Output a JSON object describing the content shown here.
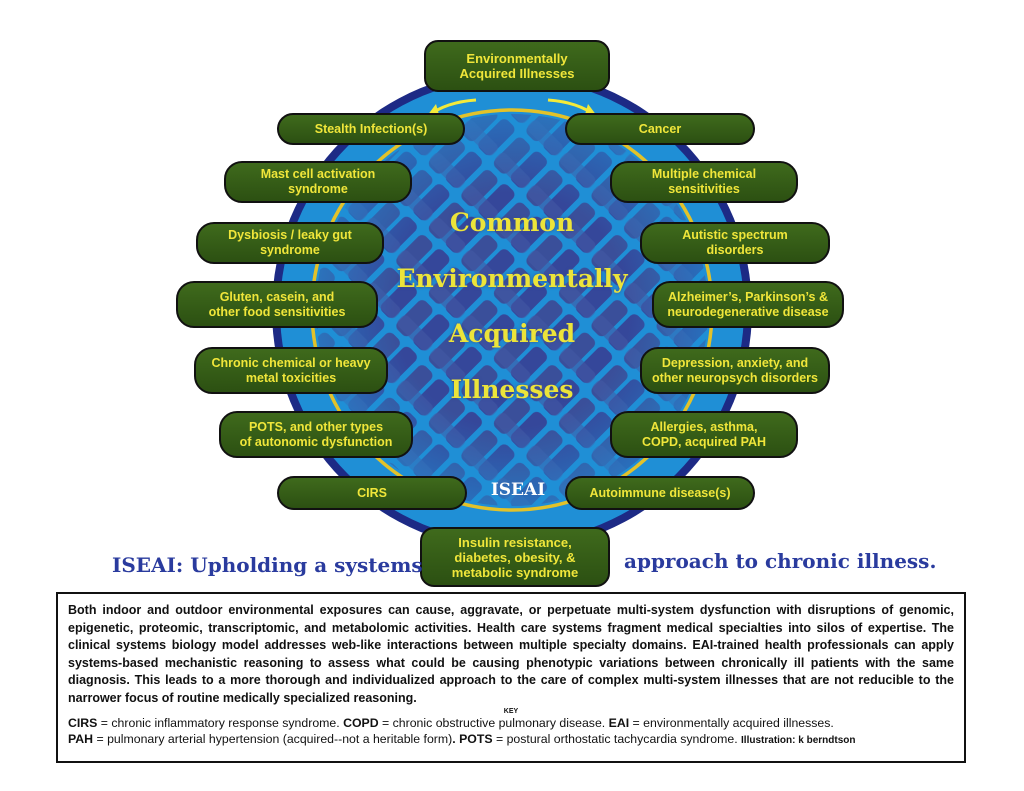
{
  "diagram": {
    "top_box": "Environmentally\nAcquired Illnesses",
    "left_items": [
      "Stealth Infection(s)",
      "Mast cell activation\nsyndrome",
      "Dysbiosis / leaky gut\nsyndrome",
      "Gluten, casein, and\nother food sensitivities",
      "Chronic chemical or heavy\nmetal toxicities",
      "POTS, and other types\nof autonomic dysfunction",
      "CIRS"
    ],
    "right_items": [
      "Cancer",
      "Multiple chemical\nsensitivities",
      "Autistic spectrum\ndisorders",
      "Alzheimer’s, Parkinson’s &\nneurodegenerative disease",
      "Depression, anxiety, and\nother neuropsych disorders",
      "Allergies, asthma,\nCOPD, acquired PAH",
      "Autoimmune disease(s)"
    ],
    "bottom_box": "Insulin resistance,\ndiabetes, obesity, &\nmetabolic syndrome",
    "center_lines": [
      "Common",
      "Environmentally",
      "Acquired",
      "Illnesses"
    ],
    "logo_text": "ISEAI",
    "colors": {
      "circle_fill": "#1f8fd6",
      "circle_ring": "#1d2a85",
      "inner_ring": "#e2c22a",
      "box_fill": "#2f5614",
      "box_text": "#f0e63a",
      "tagline": "#2a3b9e"
    }
  },
  "tagline": {
    "left": "ISEAI: Upholding a systems",
    "right": "approach to chronic illness."
  },
  "description": {
    "paragraph": "Both indoor and outdoor environmental exposures can cause, aggravate, or perpetuate multi-system dysfunction with disruptions of genomic, epigenetic, proteomic, transcriptomic, and metabolomic activities. Health care systems fragment medical specialties into silos of expertise. The clinical systems biology model addresses web-like interactions between multiple specialty domains. EAI-trained health professionals can apply systems-based mechanistic reasoning to assess what could be causing phenotypic variations between chronically ill patients with the same diagnosis. This leads to a more thorough and individualized approach to the care of complex multi-system illnesses that are not reducible to the narrower focus of routine medically specialized reasoning.",
    "key_label": "KEY",
    "key": {
      "cirs_abbr": "CIRS",
      "cirs_def": " = chronic inflammatory response syndrome.  ",
      "copd_abbr": "COPD",
      "copd_def": " = chronic obstructive pulmonary disease.  ",
      "eai_abbr": "EAI",
      "eai_def": " = environmentally acquired illnesses.",
      "pah_abbr": "PAH",
      "pah_def": " = pulmonary arterial hypertension (acquired--not a heritable form)",
      "period": ".  ",
      "pots_abbr": "POTS",
      "pots_def": " = postural orthostatic tachycardia syndrome. ",
      "credit": "Illustration: k berndtson"
    }
  }
}
